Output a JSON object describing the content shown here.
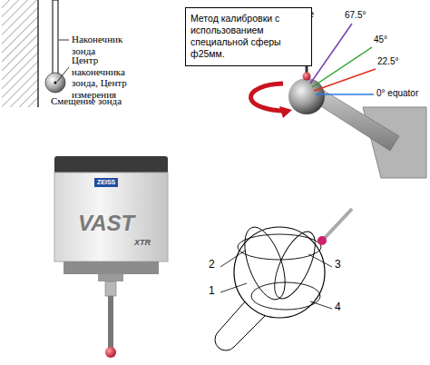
{
  "diagram": {
    "nodes": [
      {
        "text": [
          "Метод калибровки с использованием специальной сферы ф25мм."
        ]
      }
    ],
    "labels": [
      "Наконечник зонда",
      "Центр наконечника зонда, Центр измерения",
      "Смещение зонда",
      "Pole",
      "67.5°",
      "45°",
      "22.5°",
      "0° equator",
      "ZEISS",
      "VAST",
      "XTR",
      "2",
      "3",
      "1",
      "4"
    ]
  }
}
